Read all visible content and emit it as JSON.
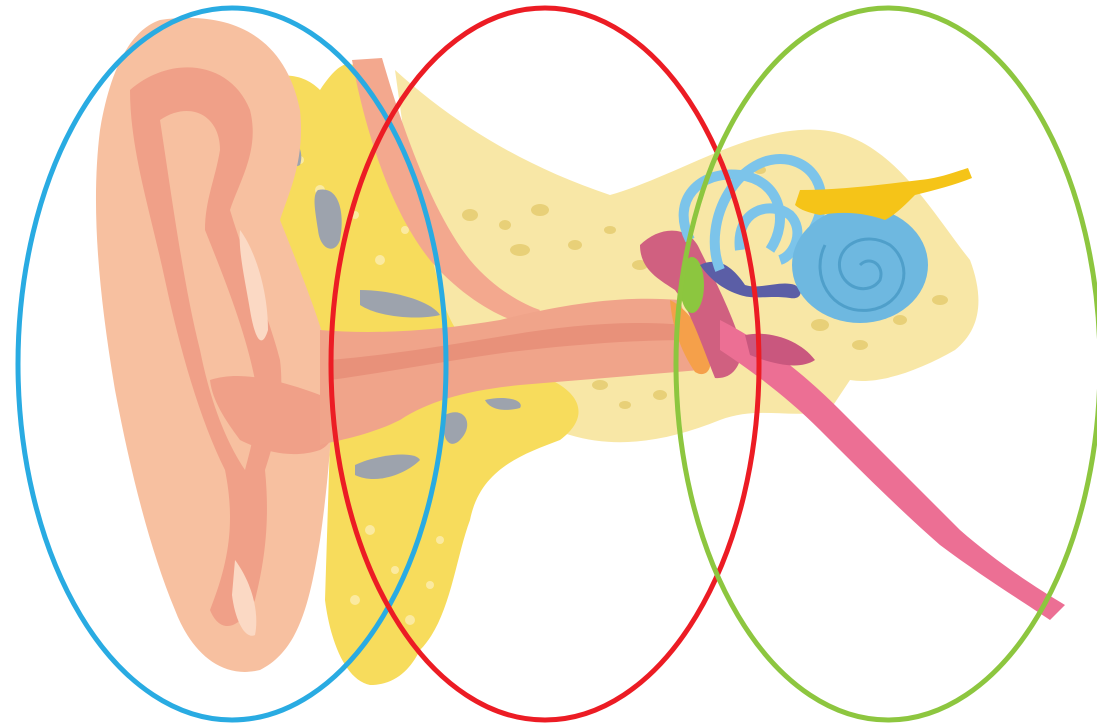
{
  "diagram": {
    "subject": "ear-anatomy",
    "regions": [
      {
        "id": "outer-ear",
        "color": "#29abe2"
      },
      {
        "id": "middle-ear",
        "color": "#ec1c24"
      },
      {
        "id": "inner-ear",
        "color": "#8dc63f"
      }
    ],
    "palette": {
      "skin": "#f7c0a0",
      "skin_dark": "#f0a088",
      "canal": "#f0a48a",
      "cartilage": "#f7dc5c",
      "bone": "#f8e7a6",
      "bone_spots": "#e8d078",
      "gray": "#9da3ad",
      "cochlea": "#6eb8e0",
      "canals": "#7cc4ea",
      "nerve": "#f5c418",
      "tube": "#ec6f94",
      "tube_dark": "#c9577e",
      "green": "#8cc63f",
      "purple": "#5b5ea6",
      "orange": "#f5a04a"
    }
  }
}
